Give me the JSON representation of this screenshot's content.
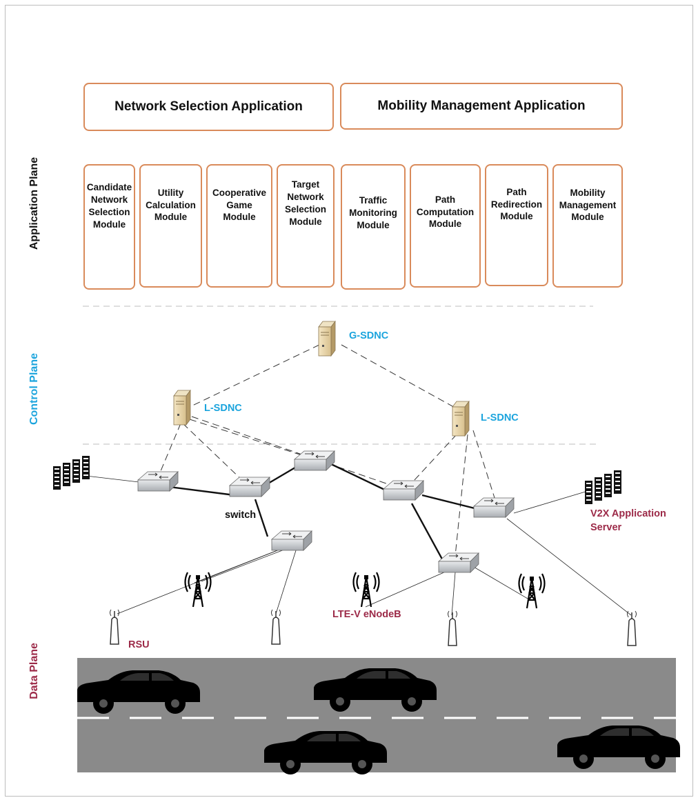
{
  "planes": {
    "application": "Application Plane",
    "control": "Control  Plane",
    "data": "Data Plane"
  },
  "applications": [
    "Network Selection Application",
    "Mobility Management Application"
  ],
  "modules": [
    "Candidate\nNetwork\nSelection\nModule",
    "Utility\nCalculation\nModule",
    "Cooperative\nGame\nModule",
    "Target\nNetwork\nSelection\nModule",
    "Traffic\nMonitoring\nModule",
    "Path\nComputation\nModule",
    "Path\nRedirection\nModule",
    "Mobility\nManagement\nModule"
  ],
  "controllers": {
    "global": "G-SDNC",
    "local_left": "L-SDNC",
    "local_right": "L-SDNC"
  },
  "labels": {
    "switch": "switch",
    "server": "V2X Application\nServer",
    "enodeb": "LTE-V eNodeB",
    "rsu": "RSU"
  },
  "colors": {
    "box_border": "#d98a5a",
    "control_text": "#1ba4dd",
    "data_text": "#9c2a48",
    "road": "#8a8a8a"
  }
}
